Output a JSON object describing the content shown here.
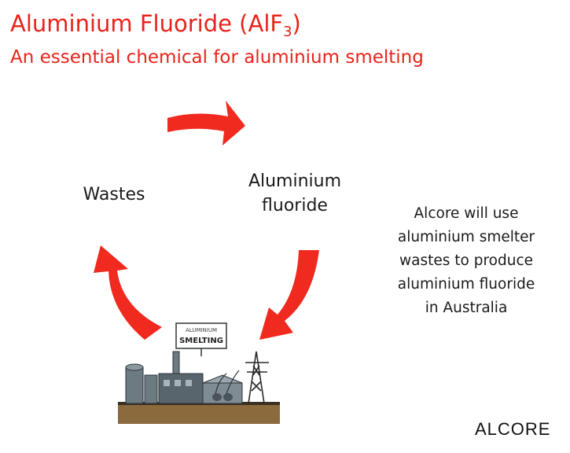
{
  "title": {
    "main": "Aluminium Fluoride (AlF",
    "subscript": "3",
    "close": ")"
  },
  "subtitle": "An essential chemical for aluminium smelting",
  "cycle": {
    "wastes": "Wastes",
    "product_line1": "Aluminium",
    "product_line2": "fluoride",
    "sign_line1": "ALUMINIUM",
    "sign_line2": "SMELTING"
  },
  "note_lines": [
    "Alcore will use",
    "aluminium smelter",
    "wastes to produce",
    "aluminium fluoride",
    "in Australia"
  ],
  "logo": "ALCORE",
  "colors": {
    "accent": "#e8231b",
    "arrow": "#f02a1f",
    "text": "#1a1a1a",
    "ground": "#8b6a3e"
  }
}
